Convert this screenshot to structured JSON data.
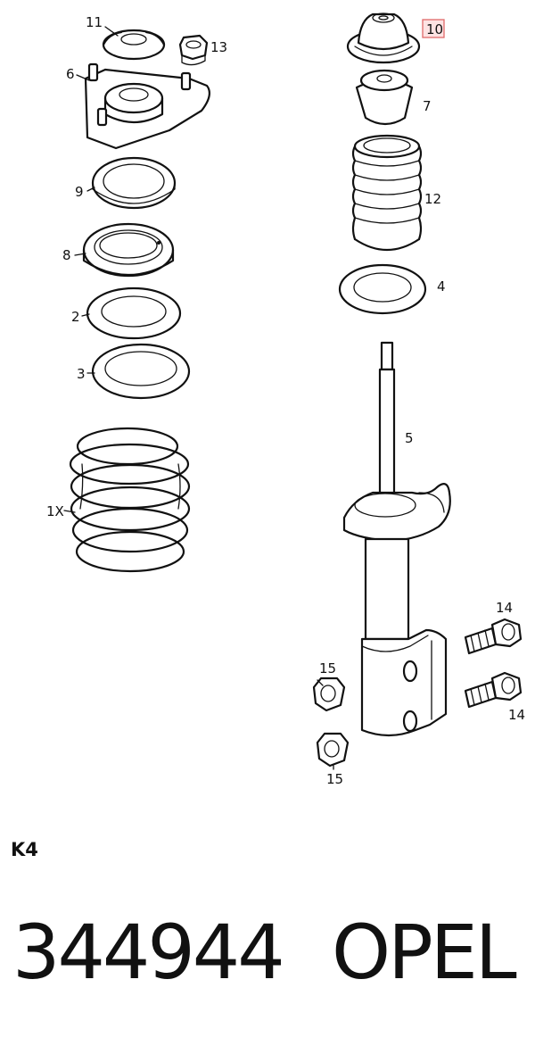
{
  "labels": {
    "p1x": "1X",
    "p2": "2",
    "p3": "3",
    "p4": "4",
    "p5": "5",
    "p6": "6",
    "p7": "7",
    "p8": "8",
    "p9": "9",
    "p10": "10",
    "p11": "11",
    "p12": "12",
    "p13": "13",
    "p14a": "14",
    "p14b": "14",
    "p15a": "15",
    "p15b": "15"
  },
  "highlighted_part": "10",
  "colors": {
    "highlight_fill": "#fde3e3",
    "highlight_border": "#e06a6a",
    "line": "#111111"
  },
  "section_code": "K4",
  "part_number": "344944",
  "brand": "OPEL"
}
